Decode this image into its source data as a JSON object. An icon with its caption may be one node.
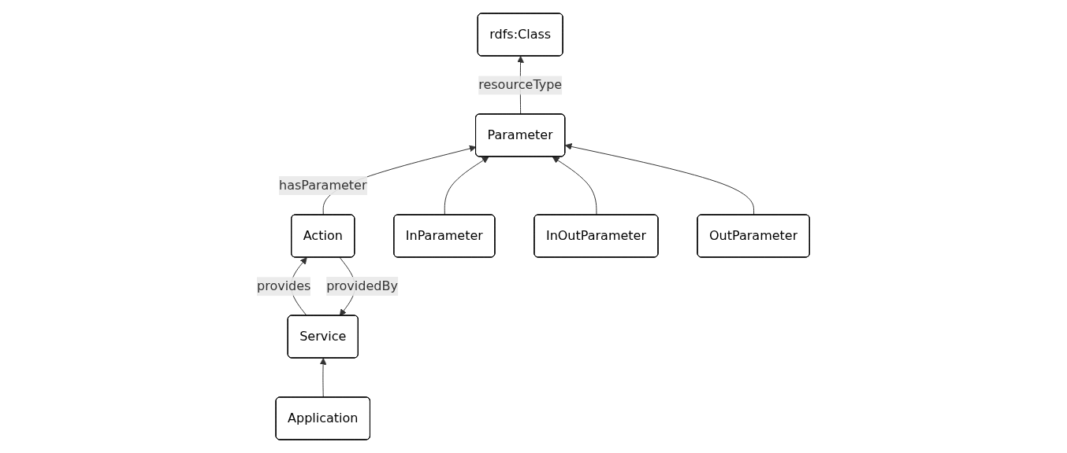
{
  "diagram": {
    "nodes": [
      {
        "text": [
          "rdfs:Class"
        ]
      },
      {
        "text": [
          "Service"
        ]
      },
      {
        "text": [
          "Action"
        ]
      },
      {
        "text": [
          "Parameter"
        ]
      },
      {
        "text": [
          "Application"
        ]
      },
      {
        "text": [
          "InParameter"
        ]
      },
      {
        "text": [
          "InOutParameter"
        ]
      },
      {
        "text": [
          "OutParameter"
        ]
      }
    ],
    "edges": [
      {
        "from": 2,
        "to": 1,
        "arrow": "to",
        "label": "providedBy"
      },
      {
        "from": 1,
        "to": 2,
        "arrow": "to",
        "label": "provides"
      },
      {
        "from": 2,
        "to": 3,
        "arrow": "to",
        "label": "hasParameter"
      },
      {
        "from": 3,
        "to": 0,
        "arrow": "to",
        "label": "resourceType"
      },
      {
        "from": 4,
        "to": 1,
        "arrow": "to"
      },
      {
        "from": 5,
        "to": 3,
        "arrow": "to"
      },
      {
        "from": 6,
        "to": 3,
        "arrow": "to"
      },
      {
        "from": 7,
        "to": 3,
        "arrow": "to"
      }
    ]
  }
}
